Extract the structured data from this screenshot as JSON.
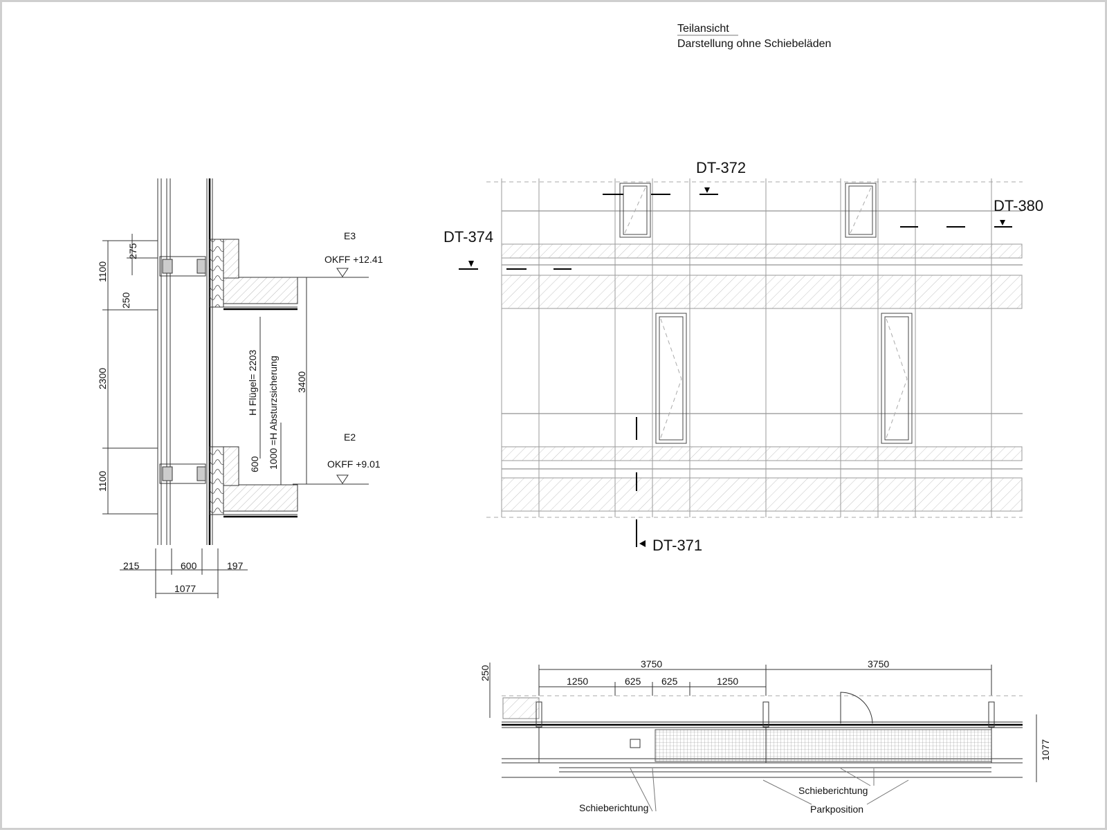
{
  "header": {
    "title": "Teilansicht",
    "subtitle": "Darstellung ohne Schiebeläden"
  },
  "section": {
    "levels": [
      {
        "name": "E3",
        "okff": "OKFF +12.41"
      },
      {
        "name": "E2",
        "okff": "OKFF +9.01"
      }
    ],
    "dims_left": [
      "275",
      "1100",
      "250",
      "2300",
      "1100"
    ],
    "dims_inner": [
      "H Flügel= 2203",
      "1000 =H Absturzsicherung",
      "600",
      "3400"
    ],
    "dims_bottom": [
      "215",
      "600",
      "197",
      "1077"
    ]
  },
  "elevation": {
    "markers": [
      "DT-372",
      "DT-380",
      "DT-374",
      "DT-371"
    ]
  },
  "plan": {
    "dims_top": [
      "3750",
      "3750"
    ],
    "dims_sub": [
      "1250",
      "625",
      "625",
      "1250"
    ],
    "dim_left": "250",
    "dim_right": "1077",
    "labels": [
      "Schieberichtung",
      "Schieberichtung",
      "Parkposition"
    ]
  },
  "colors": {
    "line": "#333333",
    "frame": "#cfcfcf",
    "hatch": "#bdbdbd"
  }
}
